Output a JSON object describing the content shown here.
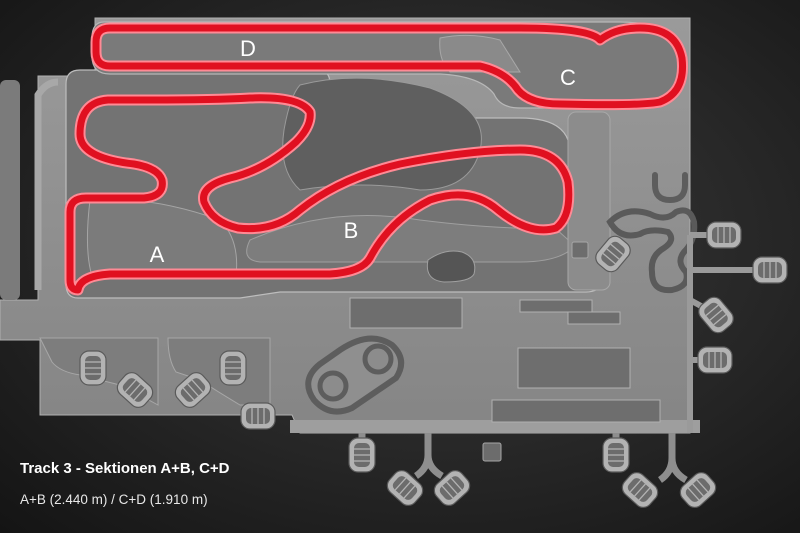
{
  "map": {
    "title": "Track 3 - Sektionen A+B, C+D",
    "subtitle": "A+B (2.440 m) / C+D (1.910 m)",
    "section_labels": [
      "A",
      "B",
      "C",
      "D"
    ]
  },
  "colors": {
    "background": "#262626",
    "ground": "#8e8e8e",
    "pad": "#7a7a7a",
    "structure": "#888888",
    "track_highlight": "#e01020",
    "track_border": "#ff8a95",
    "label": "#ffffff"
  },
  "icons": [
    "parking-pod-icon"
  ]
}
